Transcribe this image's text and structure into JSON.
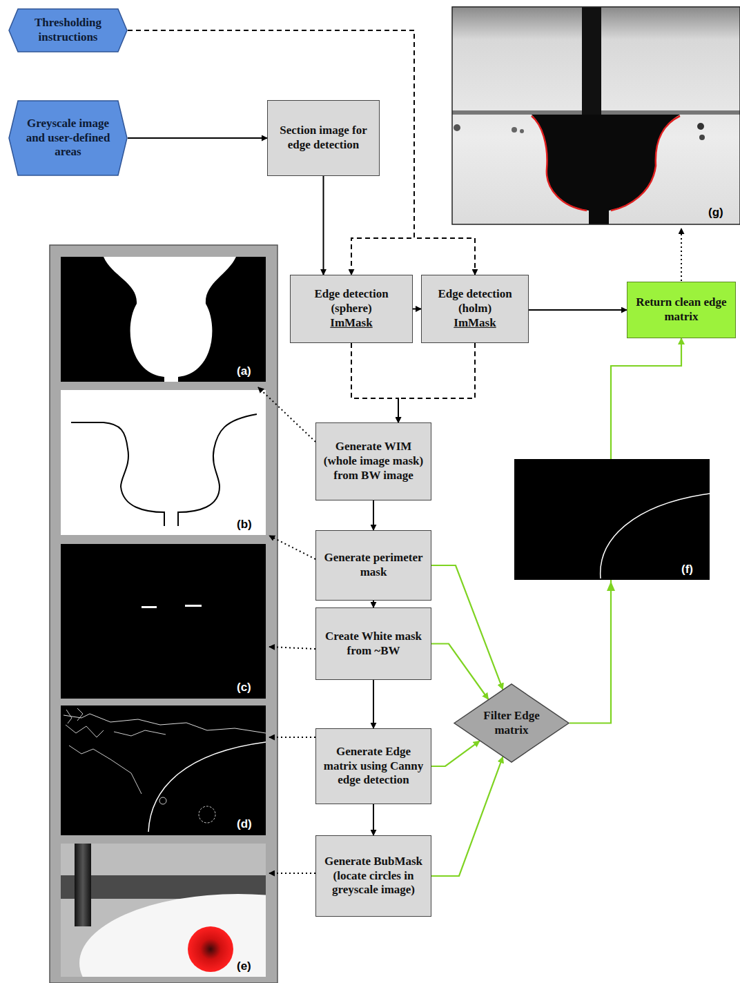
{
  "diagram": {
    "nodes": [
      {
        "text": [
          "Thresholding instructions"
        ]
      },
      {
        "text": [
          "Greyscale image and user-defined areas"
        ]
      },
      {
        "text": [
          "Section image for edge detection"
        ]
      },
      {
        "text": [
          "Edge detection (sphere)",
          "ImMask"
        ]
      },
      {
        "text": [
          "Edge detection (holm)",
          "ImMask"
        ]
      },
      {
        "text": [
          "Return clean edge matrix"
        ]
      },
      {
        "text": [
          "Generate WIM (whole image mask) from BW image"
        ]
      },
      {
        "text": [
          "Generate perimeter mask"
        ]
      },
      {
        "text": [
          "Create White mask from ~BW"
        ]
      },
      {
        "text": [
          "Generate Edge matrix using Canny edge detection"
        ]
      },
      {
        "text": [
          "Generate BubMask (locate circles in greyscale image)"
        ]
      },
      {
        "text": [
          "Filter Edge matrix"
        ]
      }
    ],
    "edges": [
      {
        "from": 1,
        "to": 2,
        "arrow": "to"
      },
      {
        "from": 0,
        "to": 3,
        "arrow": "to"
      },
      {
        "from": 0,
        "to": 4,
        "arrow": "to"
      },
      {
        "from": 2,
        "to": 3,
        "arrow": "to"
      },
      {
        "from": 3,
        "to": 4,
        "arrow": "to"
      },
      {
        "from": 4,
        "to": 5,
        "arrow": "to"
      },
      {
        "from": 3,
        "to": 6,
        "arrow": "to"
      },
      {
        "from": 4,
        "to": 6,
        "arrow": "to"
      },
      {
        "from": 6,
        "to": 7,
        "arrow": "to"
      },
      {
        "from": 7,
        "to": 8,
        "arrow": "to"
      },
      {
        "from": 8,
        "to": 9,
        "arrow": "to"
      },
      {
        "from": 9,
        "to": 10,
        "arrow": "to"
      },
      {
        "from": 7,
        "to": 11,
        "arrow": "to"
      },
      {
        "from": 8,
        "to": 11,
        "arrow": "to"
      },
      {
        "from": 9,
        "to": 11,
        "arrow": "to"
      },
      {
        "from": 10,
        "to": 11,
        "arrow": "to"
      },
      {
        "from": 11,
        "to": 5,
        "arrow": "to"
      }
    ],
    "labels": [
      "(a)",
      "(b)",
      "(c)",
      "(d)",
      "(e)",
      "(f)",
      "(g)"
    ]
  }
}
